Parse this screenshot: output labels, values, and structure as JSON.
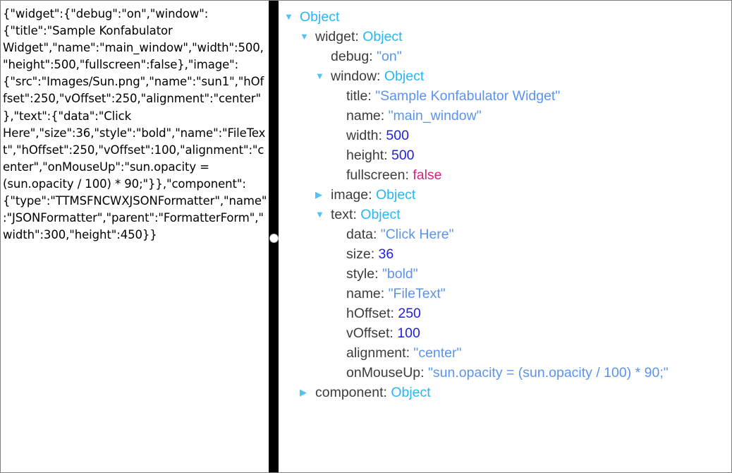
{
  "raw_panel": {
    "content": "{\"widget\":{\"debug\":\"on\",\"window\":{\"title\":\"Sample Konfabulator Widget\",\"name\":\"main_window\",\"width\":500,\"height\":500,\"fullscreen\":false},\"image\":{\"src\":\"Images/Sun.png\",\"name\":\"sun1\",\"hOffset\":250,\"vOffset\":250,\"alignment\":\"center\"},\"text\":{\"data\":\"Click Here\",\"size\":36,\"style\":\"bold\",\"name\":\"FileText\",\"hOffset\":250,\"vOffset\":100,\"alignment\":\"center\",\"onMouseUp\":\"sun.opacity = (sun.opacity / 100) * 90;\"}},\"component\":{\"type\":\"TTMSFNCWXJSONFormatter\",\"name\":\"JSONFormatter\",\"parent\":\"FormatterForm\",\"width\":300,\"height\":450}}"
  },
  "splitter": {
    "grip_label": ""
  },
  "tree": {
    "icons": {
      "expanded": "▼",
      "collapsed": "▶"
    },
    "rows": [
      {
        "indent": 0,
        "toggle": "expanded",
        "key": "",
        "value": "Object",
        "value_type": "object"
      },
      {
        "indent": 1,
        "toggle": "expanded",
        "key": "widget",
        "value": "Object",
        "value_type": "object"
      },
      {
        "indent": 2,
        "toggle": "none",
        "key": "debug",
        "value": "\"on\"",
        "value_type": "string"
      },
      {
        "indent": 2,
        "toggle": "expanded",
        "key": "window",
        "value": "Object",
        "value_type": "object"
      },
      {
        "indent": 3,
        "toggle": "none",
        "key": "title",
        "value": "\"Sample Konfabulator Widget\"",
        "value_type": "string"
      },
      {
        "indent": 3,
        "toggle": "none",
        "key": "name",
        "value": "\"main_window\"",
        "value_type": "string"
      },
      {
        "indent": 3,
        "toggle": "none",
        "key": "width",
        "value": "500",
        "value_type": "number"
      },
      {
        "indent": 3,
        "toggle": "none",
        "key": "height",
        "value": "500",
        "value_type": "number"
      },
      {
        "indent": 3,
        "toggle": "none",
        "key": "fullscreen",
        "value": "false",
        "value_type": "boolean"
      },
      {
        "indent": 2,
        "toggle": "collapsed",
        "key": "image",
        "value": "Object",
        "value_type": "object"
      },
      {
        "indent": 2,
        "toggle": "expanded",
        "key": "text",
        "value": "Object",
        "value_type": "object"
      },
      {
        "indent": 3,
        "toggle": "none",
        "key": "data",
        "value": "\"Click Here\"",
        "value_type": "string"
      },
      {
        "indent": 3,
        "toggle": "none",
        "key": "size",
        "value": "36",
        "value_type": "number"
      },
      {
        "indent": 3,
        "toggle": "none",
        "key": "style",
        "value": "\"bold\"",
        "value_type": "string"
      },
      {
        "indent": 3,
        "toggle": "none",
        "key": "name",
        "value": "\"FileText\"",
        "value_type": "string"
      },
      {
        "indent": 3,
        "toggle": "none",
        "key": "hOffset",
        "value": "250",
        "value_type": "number"
      },
      {
        "indent": 3,
        "toggle": "none",
        "key": "vOffset",
        "value": "100",
        "value_type": "number"
      },
      {
        "indent": 3,
        "toggle": "none",
        "key": "alignment",
        "value": "\"center\"",
        "value_type": "string"
      },
      {
        "indent": 3,
        "toggle": "none",
        "key": "onMouseUp",
        "value": "\"sun.opacity = (sun.opacity / 100) * 90;\"",
        "value_type": "string"
      },
      {
        "indent": 1,
        "toggle": "collapsed",
        "key": "component",
        "value": "Object",
        "value_type": "object"
      }
    ]
  },
  "colors": {
    "key": "#3c3c3c",
    "object": "#29b6f2",
    "string": "#5c93eb",
    "number": "#1f1fe0",
    "boolean": "#d6217f",
    "toggle": "#4fc3f7",
    "splitter": "#000000",
    "background": "#ffffff",
    "border": "#808080"
  }
}
